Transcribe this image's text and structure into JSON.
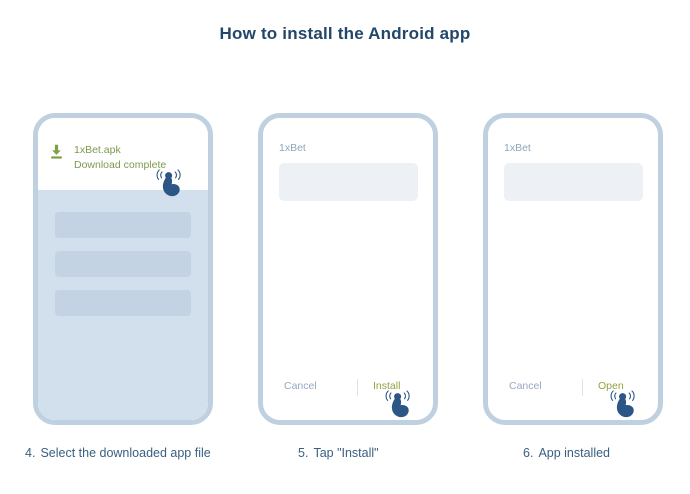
{
  "page": {
    "title": "How to install the Android app",
    "background": "#ffffff",
    "title_color": "#23466b"
  },
  "colors": {
    "phone_frame": "#bfd0e0",
    "phone_body_fill": "#d2dfec",
    "row_placeholder": "#c3d3e4",
    "notification_text": "#7c9b4e",
    "download_icon": "#7ea046",
    "app_label": "#8fa7bd",
    "placeholder_box": "#edf1f5",
    "cancel_text": "#93a9bf",
    "action_text": "#93a23f",
    "caption_text": "#3a5f80",
    "hand_cursor": "#2b5686"
  },
  "steps": [
    {
      "id": "step-4",
      "caption_number": "4.",
      "caption_text": "Select the downloaded app file",
      "screen_type": "download-notification",
      "notification": {
        "icon": "download-icon",
        "file_name": "1xBet.apk",
        "status": "Download complete"
      },
      "content_rows": 3,
      "tap_target": "notification"
    },
    {
      "id": "step-5",
      "caption_number": "5.",
      "caption_text": "Tap \"Install\"",
      "screen_type": "installer-dialog",
      "app_label": "1xBet",
      "buttons": {
        "cancel": "Cancel",
        "action": "Install"
      },
      "tap_target": "install-button"
    },
    {
      "id": "step-6",
      "caption_number": "6.",
      "caption_text": "App installed",
      "screen_type": "installer-dialog",
      "app_label": "1xBet",
      "buttons": {
        "cancel": "Cancel",
        "action": "Open"
      },
      "tap_target": "open-button"
    }
  ]
}
